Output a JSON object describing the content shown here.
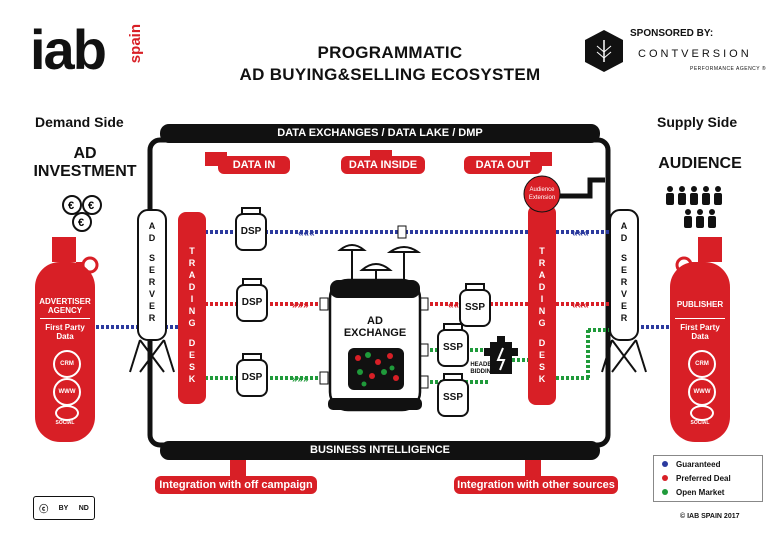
{
  "logo": {
    "brand": "iab",
    "suffix": "spain"
  },
  "title": {
    "line1": "PROGRAMMATIC",
    "line2": "AD BUYING&SELLING ECOSYSTEM"
  },
  "sponsor": {
    "label": "SPONSORED BY:",
    "name": "CONTVERSION",
    "tagline": "PERFORMANCE AGENCY ®"
  },
  "demand": {
    "side": "Demand Side",
    "heading_line1": "AD",
    "heading_line2": "INVESTMENT",
    "tank_line1": "ADVERTISER",
    "tank_line2": "AGENCY",
    "fp_line1": "First Party",
    "fp_line2": "Data",
    "icons": [
      "CRM",
      "WWW",
      "SOCIAL"
    ]
  },
  "supply": {
    "side": "Supply Side",
    "heading": "AUDIENCE",
    "tank_label": "PUBLISHER",
    "fp_line1": "First Party",
    "fp_line2": "Data",
    "icons": [
      "CRM",
      "WWW",
      "SOCIAL"
    ]
  },
  "top_bar": "DATA EXCHANGES / DATA LAKE / DMP",
  "data_buttons": [
    "DATA IN",
    "DATA INSIDE",
    "DATA OUT"
  ],
  "audience_ext": {
    "line1": "Audience",
    "line2": "Extension"
  },
  "ad_server_letters": [
    "A",
    "D",
    "",
    "S",
    "E",
    "R",
    "V",
    "E",
    "R"
  ],
  "trading_desk_letters": [
    "T",
    "R",
    "A",
    "D",
    "I",
    "N",
    "G",
    "",
    "D",
    "E",
    "S",
    "K"
  ],
  "dsp": "DSP",
  "ssp": "SSP",
  "exchange": {
    "line1": "AD",
    "line2": "EXCHANGE"
  },
  "header_bidding": {
    "line1": "HEADER",
    "line2": "BIDDING"
  },
  "bottom_bar": "BUSINESS INTELLIGENCE",
  "integrations": [
    "Integration with off campaign",
    "Integration with other sources"
  ],
  "legend": [
    {
      "label": "Guaranteed",
      "color": "#2b3a9e"
    },
    {
      "label": "Preferred Deal",
      "color": "#d81f26"
    },
    {
      "label": "Open Market",
      "color": "#1f9a3a"
    }
  ],
  "cc": {
    "by": "BY",
    "nd": "ND"
  },
  "copyright": "© IAB SPAIN 2017",
  "colors": {
    "red": "#d81f26",
    "black": "#111111"
  }
}
